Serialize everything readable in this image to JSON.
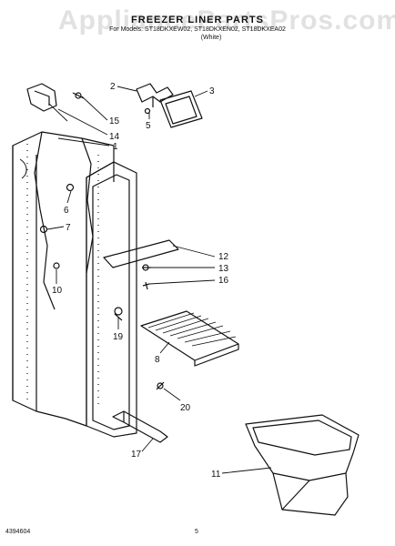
{
  "watermark": "AppliancePartsPros.com",
  "header": {
    "title": "FREEZER LINER PARTS",
    "model": "For Models: ST18DKXEW02, ST18DKXEN02, ST18DKXEA02",
    "revision": "(White)"
  },
  "callouts": [
    "1",
    "2",
    "3",
    "5",
    "6",
    "7",
    "8",
    "10",
    "11",
    "12",
    "13",
    "14",
    "15",
    "16",
    "17",
    "19",
    "20"
  ],
  "footer": {
    "doc_number": "4394604",
    "page_number": "5"
  }
}
